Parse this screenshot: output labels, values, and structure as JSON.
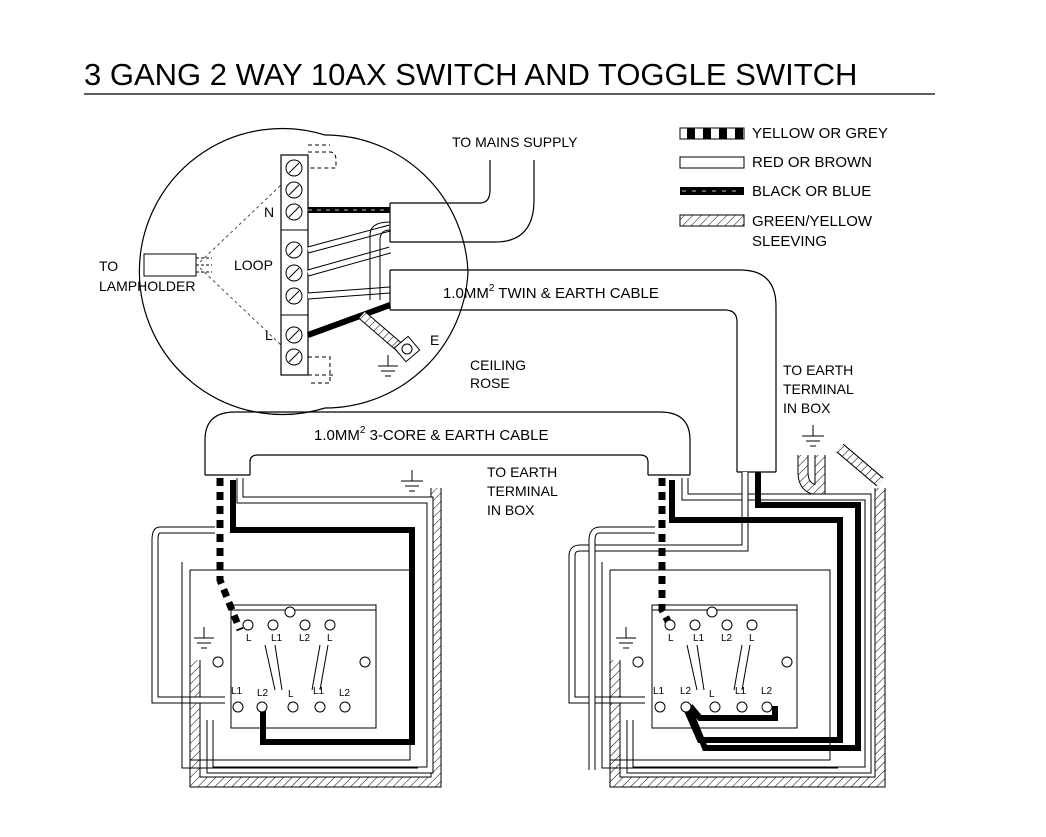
{
  "title": "3 GANG 2 WAY 10AX SWITCH AND TOGGLE SWITCH",
  "legend": [
    {
      "label": "YELLOW OR GREY",
      "pattern": "yellow-grey-dashed"
    },
    {
      "label": "RED OR BROWN",
      "pattern": "red-brown-white"
    },
    {
      "label": "BLACK OR BLUE",
      "pattern": "black-blue-solid"
    },
    {
      "label_line1": "GREEN/YELLOW",
      "label_line2": "SLEEVING",
      "pattern": "earth-hatched"
    }
  ],
  "labels": {
    "mains_supply": "TO MAINS SUPPLY",
    "lampholder_1": "TO",
    "lampholder_2": "LAMPHOLDER",
    "neutral": "N",
    "loop": "LOOP",
    "live": "L",
    "earth": "E",
    "ceiling_rose_1": "CEILING",
    "ceiling_rose_2": "ROSE",
    "twin_cable": "1.0MM",
    "twin_cable_sup": "2",
    "twin_cable_rest": " TWIN & EARTH CABLE",
    "threecore_cable": "1.0MM",
    "threecore_cable_sup": "2",
    "threecore_cable_rest": " 3-CORE & EARTH CABLE",
    "earth_box_right_1": "TO EARTH",
    "earth_box_right_2": "TERMINAL",
    "earth_box_right_3": "IN BOX",
    "earth_box_mid_1": "TO EARTH",
    "earth_box_mid_2": "TERMINAL",
    "earth_box_mid_3": "IN BOX"
  },
  "switch_terminals": {
    "top": [
      "L",
      "L1",
      "L2",
      "L"
    ],
    "bottom": [
      "L1",
      "L2",
      "L",
      "L1",
      "L2"
    ]
  },
  "colors": {
    "line": "#000000",
    "background": "#ffffff"
  }
}
